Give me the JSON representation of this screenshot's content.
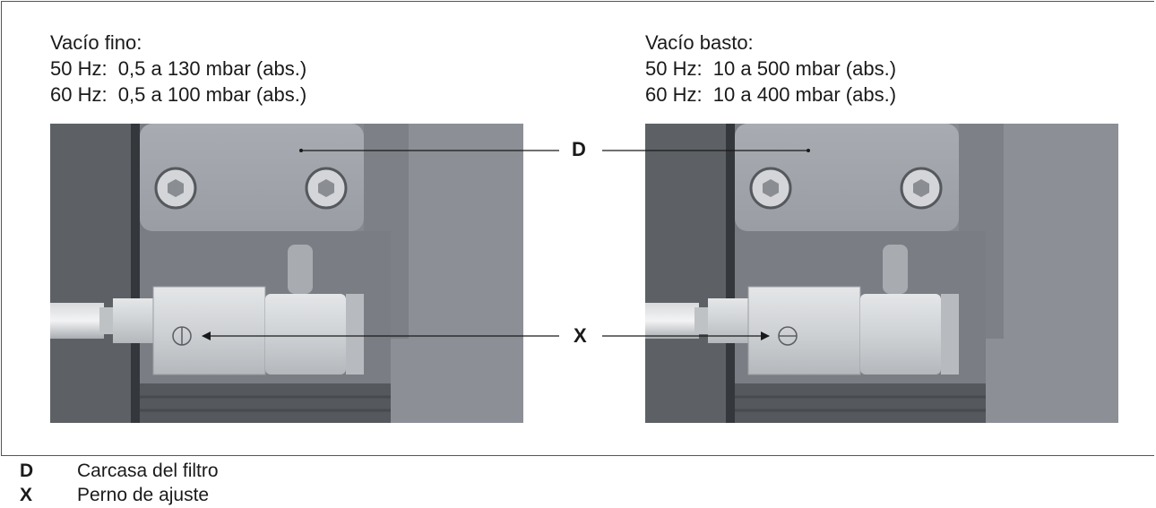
{
  "captions": {
    "left": {
      "title": "Vacío fino:",
      "line1": "50 Hz:  0,5 a 130 mbar (abs.)",
      "line2": "60 Hz:  0,5 a 100 mbar (abs.)"
    },
    "right": {
      "title": "Vacío basto:",
      "line1": "50 Hz:  10 a 500 mbar (abs.)",
      "line2": "60 Hz:  10 a 400 mbar (abs.)"
    }
  },
  "callouts": {
    "d": "D",
    "x": "X"
  },
  "legend": [
    {
      "key": "D",
      "label": "Carcasa del filtro"
    },
    {
      "key": "X",
      "label": "Perno de ajuste"
    }
  ],
  "screw_orientation": {
    "left": "vertical",
    "right": "horizontal"
  }
}
